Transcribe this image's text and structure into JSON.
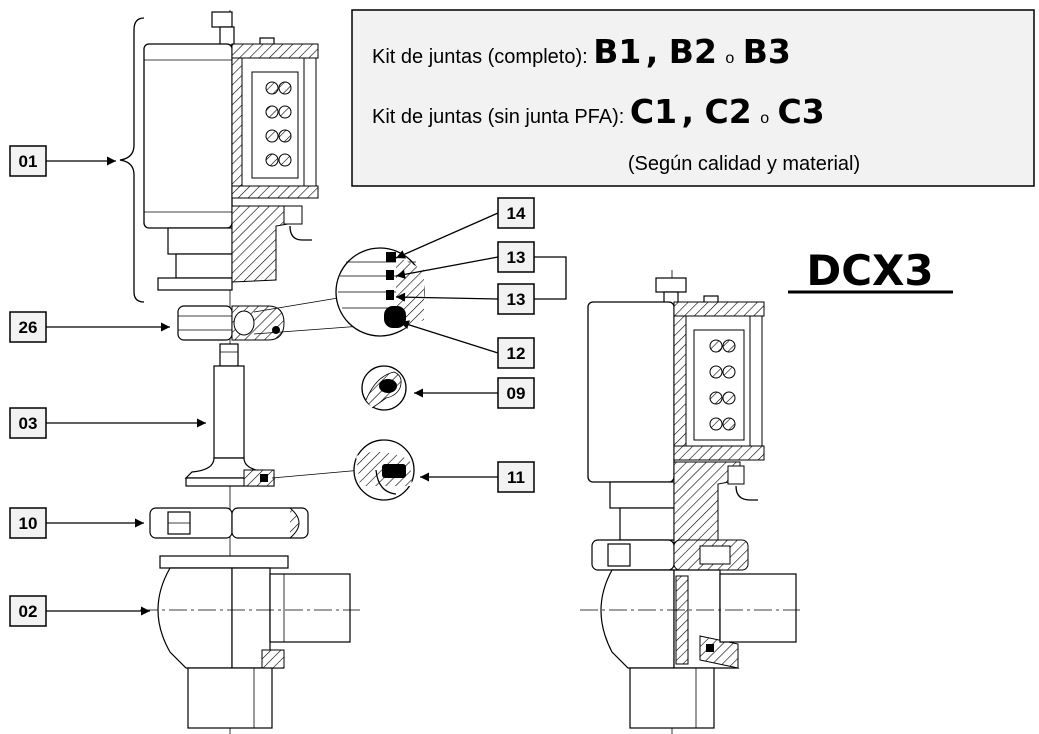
{
  "title": "DCX3",
  "info_box": {
    "line1_prefix": "Kit de juntas (completo): ",
    "line1_codes": [
      "B1",
      "B2",
      "B3"
    ],
    "line2_prefix": "Kit de juntas (sin junta PFA): ",
    "line2_codes": [
      "C1",
      "C2",
      "C3"
    ],
    "comma": ",",
    "or_word": "o",
    "note": "(Según calidad y material)"
  },
  "callouts": {
    "c01": "01",
    "c26": "26",
    "c03": "03",
    "c10": "10",
    "c02": "02",
    "c14": "14",
    "c13a": "13",
    "c13b": "13",
    "c12": "12",
    "c09": "09",
    "c11": "11"
  }
}
